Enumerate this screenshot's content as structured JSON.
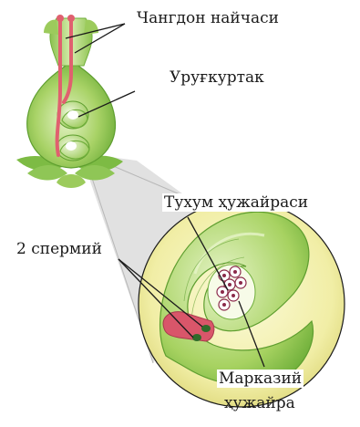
{
  "labels": {
    "pollen_tubes": "Чангдон найчаси",
    "ovule": "Уруғкуртак",
    "egg_cell": "Тухум ҳужайраси",
    "two_sperm": "2 спермий",
    "central_cell_line1": "Марказий",
    "central_cell_line2": "ҳужайра"
  },
  "colors": {
    "pistil_light": "#cfe7a3",
    "pistil_mid": "#9ccb5c",
    "pistil_dark": "#6fae3a",
    "pollen_tube": "#e0606f",
    "zoom_circle": "#f4f2b8",
    "zoom_cone": "#d9d9d9",
    "sperm_dark": "#2f6b2a"
  }
}
